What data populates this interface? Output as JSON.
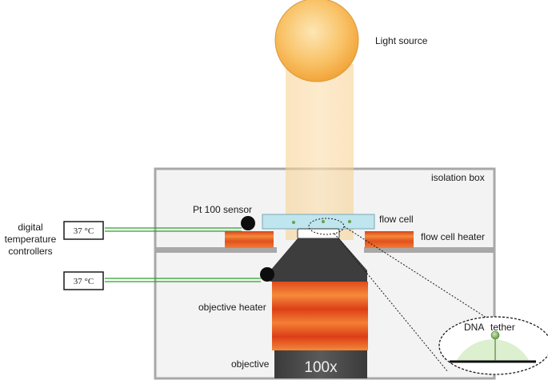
{
  "labels": {
    "light_source": "Light source",
    "isolation_box": "isolation box",
    "pt100_sensor": "Pt 100 sensor",
    "flow_cell": "flow cell",
    "flow_cell_heater": "flow cell heater",
    "digital_temp_controllers_line1": "digital",
    "digital_temp_controllers_line2": "temperature",
    "digital_temp_controllers_line3": "controllers",
    "objective_heater": "objective heater",
    "objective": "objective",
    "objective_mag": "100x",
    "dna": "DNA",
    "tether": "tether"
  },
  "controllers": [
    {
      "display": "37 °C"
    },
    {
      "display": "37 °C"
    }
  ],
  "colors": {
    "light_source": "#f6b548",
    "light_beam": "#f9d79a",
    "box_border": "#a6a6a6",
    "box_fill": "#f2f2f2",
    "heater_orange": "#f06a2a",
    "heater_red": "#d83a1a",
    "wire_green": "#2ca02c",
    "flow_cell": "#bde4ee",
    "objective_dark": "#3f3f3f",
    "dna_halo": "#dcefcf"
  }
}
